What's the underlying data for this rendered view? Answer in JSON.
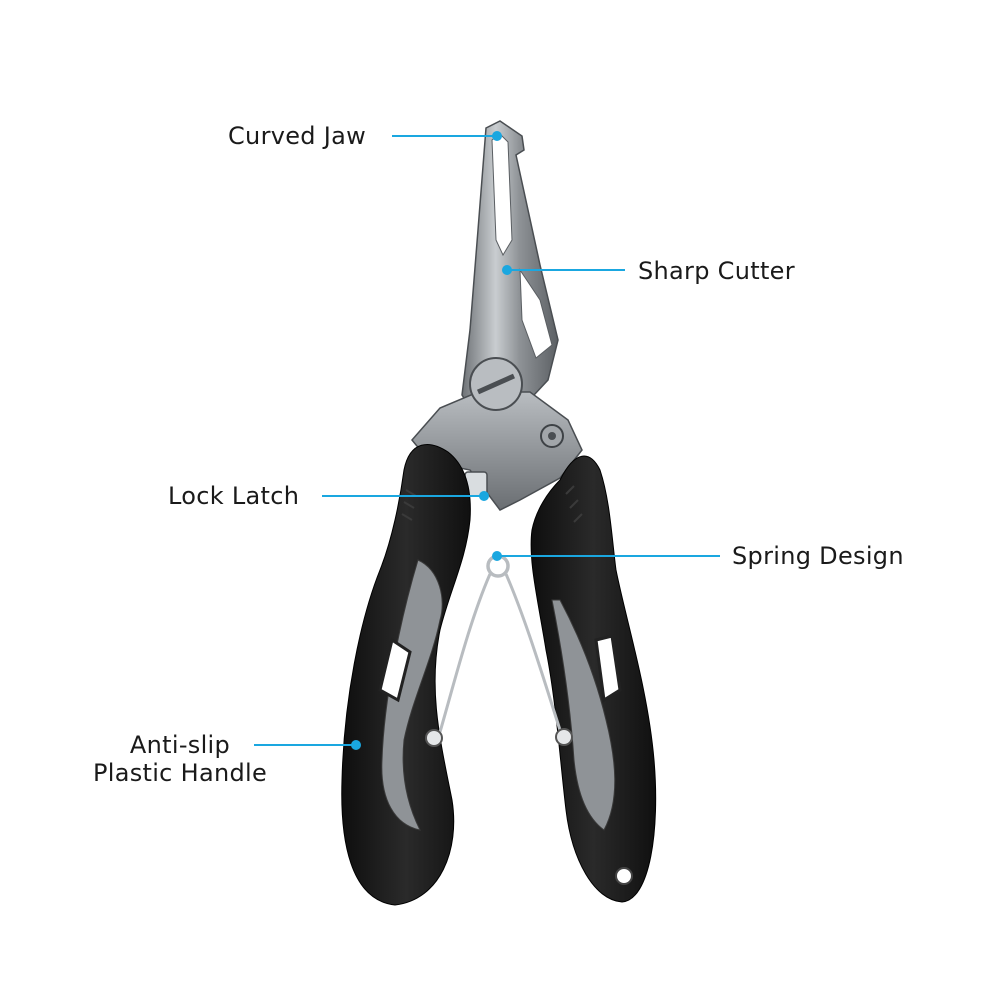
{
  "diagram": {
    "accent_color": "#1aa7e0",
    "callouts": {
      "curved_jaw": "Curved Jaw",
      "sharp_cutter": "Sharp Cutter",
      "lock_latch": "Lock Latch",
      "spring_design": "Spring Design",
      "handle_line1": "Anti-slip",
      "handle_line2": "Plastic Handle"
    },
    "product": {
      "icon": "fishing-pliers-icon",
      "blade_color": "#9a9ea2",
      "handle_color": "#1c1c1c"
    }
  }
}
